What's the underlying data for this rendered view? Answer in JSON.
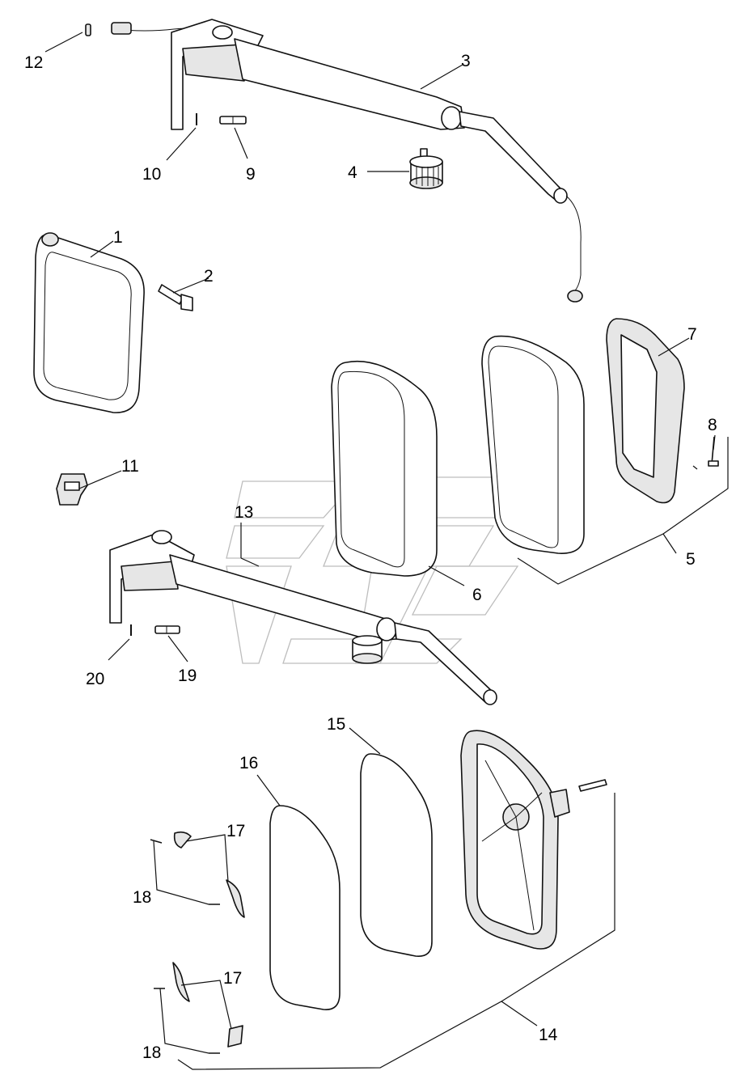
{
  "callouts": [
    {
      "id": "1",
      "text": "1"
    },
    {
      "id": "2",
      "text": "2"
    },
    {
      "id": "3",
      "text": "3"
    },
    {
      "id": "4",
      "text": "4"
    },
    {
      "id": "5",
      "text": "5"
    },
    {
      "id": "6",
      "text": "6"
    },
    {
      "id": "7",
      "text": "7"
    },
    {
      "id": "8",
      "text": "8"
    },
    {
      "id": "9",
      "text": "9"
    },
    {
      "id": "10",
      "text": "10"
    },
    {
      "id": "11",
      "text": "11"
    },
    {
      "id": "12",
      "text": "12"
    },
    {
      "id": "13",
      "text": "13"
    },
    {
      "id": "14",
      "text": "14"
    },
    {
      "id": "15",
      "text": "15"
    },
    {
      "id": "16",
      "text": "16"
    },
    {
      "id": "17a",
      "text": "17"
    },
    {
      "id": "17b",
      "text": "17"
    },
    {
      "id": "18a",
      "text": "18"
    },
    {
      "id": "18b",
      "text": "18"
    },
    {
      "id": "19",
      "text": "19"
    },
    {
      "id": "20",
      "text": "20"
    }
  ]
}
